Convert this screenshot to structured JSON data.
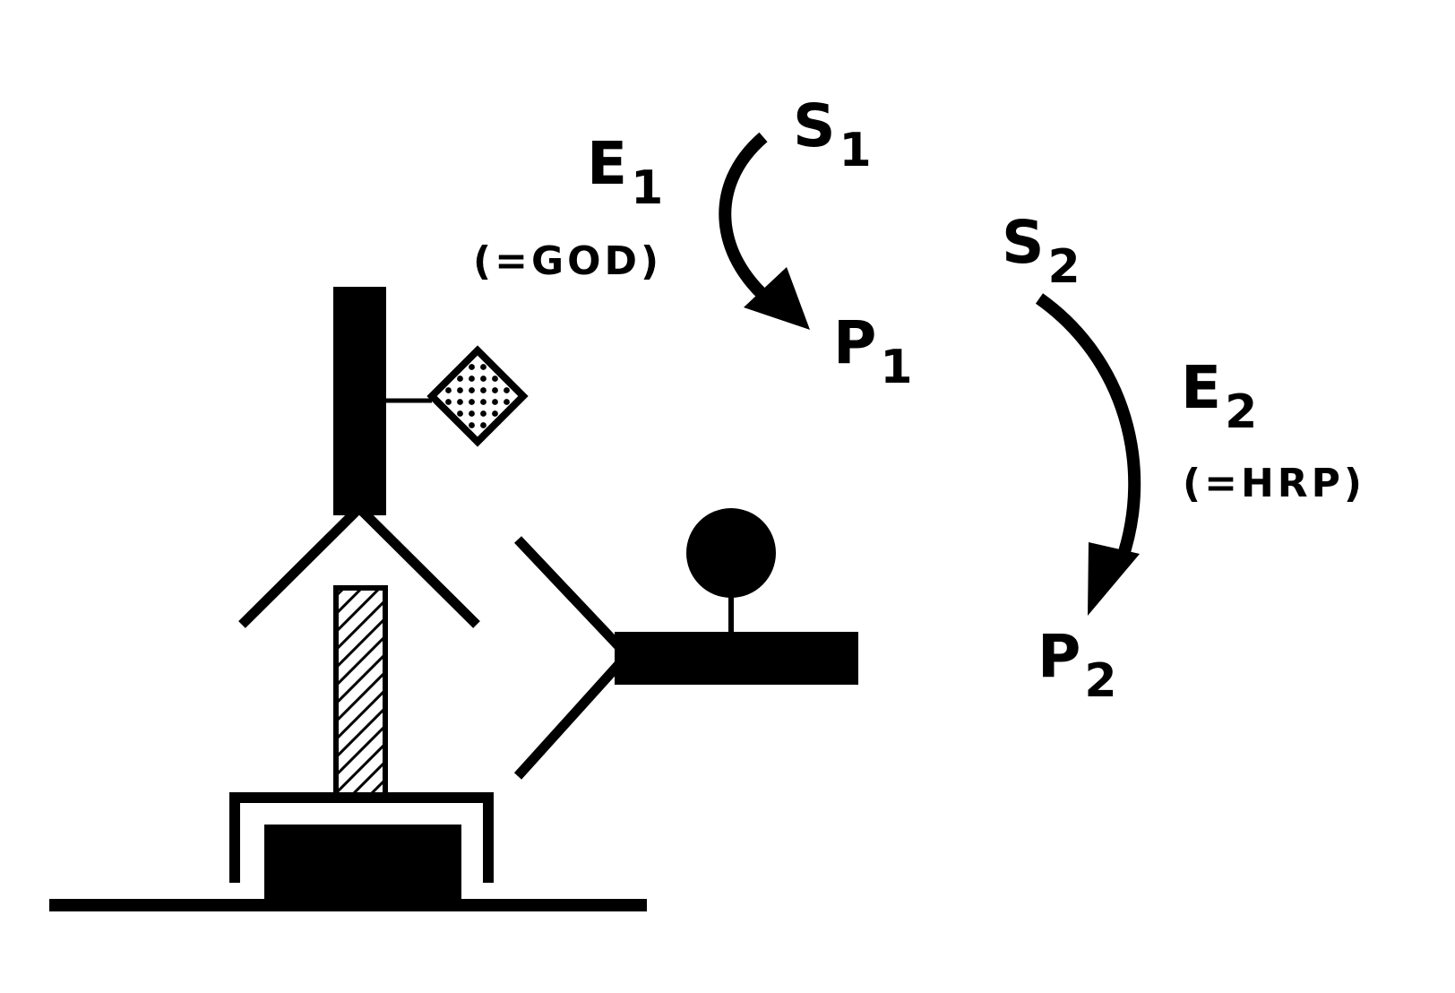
{
  "labels": {
    "e1": {
      "main": "E",
      "sub": "1",
      "note": "(=GOD)"
    },
    "s1": {
      "main": "S",
      "sub": "1"
    },
    "p1": {
      "main": "P",
      "sub": "1"
    },
    "s2": {
      "main": "S",
      "sub": "2"
    },
    "e2": {
      "main": "E",
      "sub": "2",
      "note": "(=HRP)"
    },
    "p2": {
      "main": "P",
      "sub": "2"
    }
  },
  "colors": {
    "ink": "#000000",
    "paper": "#ffffff"
  }
}
